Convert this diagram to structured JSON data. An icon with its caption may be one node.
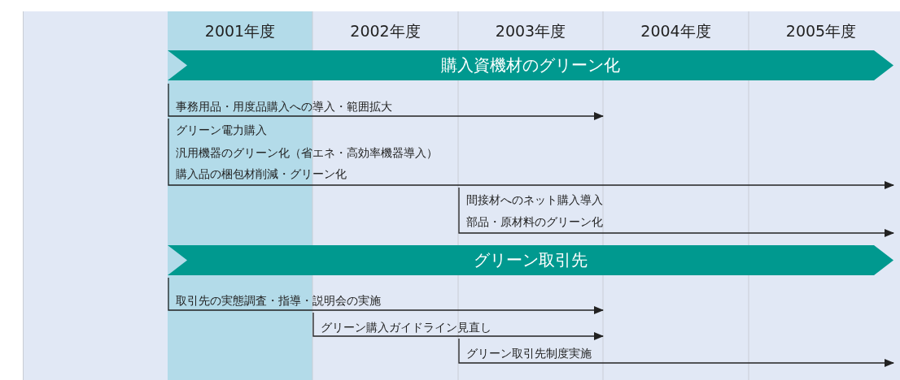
{
  "diagram": {
    "nodes": [
      {
        "text": [
          "購入資機材のグリーン化"
        ]
      },
      {
        "text": [
          "事務用品・用度品購入への導入・範囲拡大"
        ]
      },
      {
        "text": [
          "グリーン電力購入",
          "汎用機器のグリーン化（省エネ・高効率機器導入）",
          "購入品の梱包材削減・グリーン化"
        ]
      },
      {
        "text": [
          "間接材へのネット購入導入",
          "部品・原材料のグリーン化"
        ]
      },
      {
        "text": [
          "グリーン取引先"
        ]
      },
      {
        "text": [
          "取引先の実態調査・指導・説明会の実施"
        ]
      },
      {
        "text": [
          "グリーン購入ガイドライン見直し"
        ]
      },
      {
        "text": [
          "グリーン取引先制度実施"
        ]
      }
    ],
    "labels": [
      "2001年度",
      "2002年度",
      "2003年度",
      "2004年度",
      "2005年度"
    ]
  }
}
